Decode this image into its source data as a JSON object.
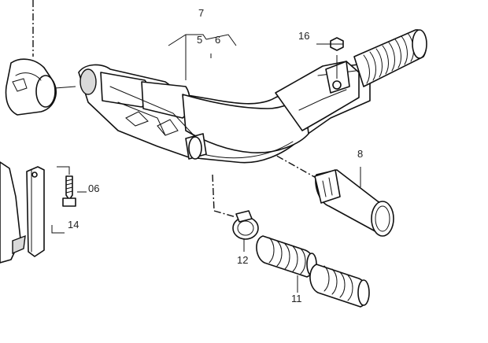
{
  "diagram": {
    "labels": {
      "l7": "7",
      "l5": "5",
      "l6": "6",
      "l16": "16",
      "l8": "8",
      "l06": "06",
      "l14": "14",
      "l12": "12",
      "l11": "11"
    }
  }
}
